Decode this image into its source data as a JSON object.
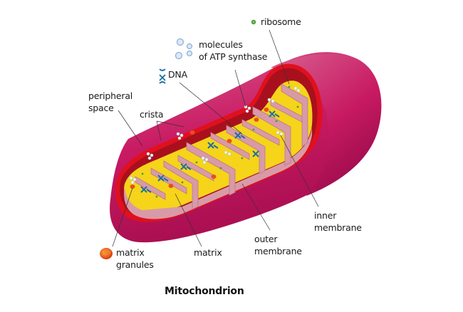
{
  "diagram": {
    "title": "Mitochondrion",
    "labels": {
      "ribosome": "ribosome",
      "molecules_atp": "molecules\nof ATP synthase",
      "dna": "DNA",
      "peripheral_space": "peripheral\nspace",
      "crista": "crista",
      "inner_membrane": "inner\nmembrane",
      "outer_membrane": "outer\nmembrane",
      "matrix": "matrix",
      "matrix_granules": "matrix\ngranules"
    },
    "colors": {
      "outer_membrane": "#c8145e",
      "outer_membrane_light": "#d95a8a",
      "inner_membrane_edge": "#e0101e",
      "peripheral_space": "#a8101e",
      "matrix": "#f5d41a",
      "crista_wall": "#d99aa8",
      "crista_side": "#b87a88",
      "dna": "#1a6fa8",
      "ribosome": "#3a9a3a",
      "atp_synthase": "#a8c8e8",
      "granule": "#e85a20",
      "leader_line": "#333333"
    }
  }
}
